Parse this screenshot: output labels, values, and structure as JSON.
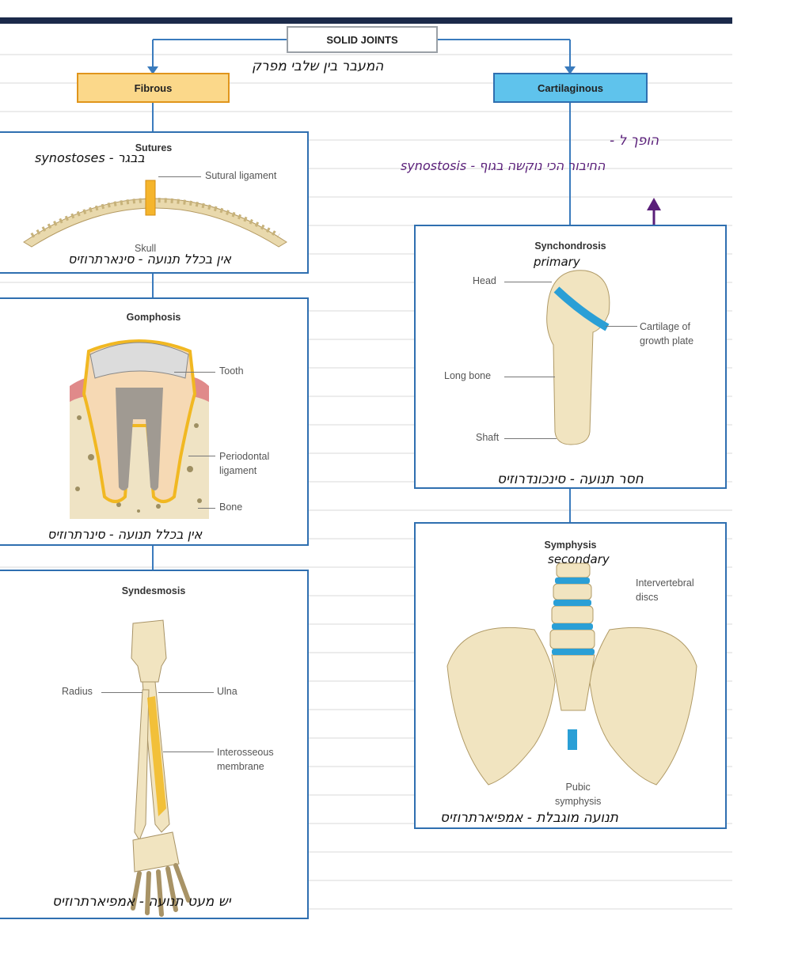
{
  "diagram": {
    "root": "SOLID JOINTS",
    "fibrous_label": "Fibrous",
    "cartilaginous_label": "Cartilaginous",
    "panels": {
      "sutures": {
        "title": "Sutures",
        "labels": {
          "ligament": "Sutural ligament",
          "skull": "Skull"
        }
      },
      "gomphosis": {
        "title": "Gomphosis",
        "labels": {
          "tooth": "Tooth",
          "periodontal": "Periodontal\nligament",
          "bone": "Bone"
        }
      },
      "syndesmosis": {
        "title": "Syndesmosis",
        "labels": {
          "radius": "Radius",
          "ulna": "Ulna",
          "interosseous": "Interosseous\nmembrane"
        }
      },
      "synchondrosis": {
        "title": "Synchondrosis",
        "labels": {
          "head": "Head",
          "cartilage": "Cartilage of\ngrowth plate",
          "long_bone": "Long bone",
          "shaft": "Shaft"
        }
      },
      "symphysis": {
        "title": "Symphysis",
        "labels": {
          "discs": "Intervertebral\ndiscs",
          "pubic": "Pubic\nsymphysis"
        }
      }
    }
  },
  "notes": {
    "root_note": "המעבר בין שלבי מפרק",
    "sutures_note": "synostoses - בבגר",
    "sutures_bottom": "אין בכלל תנועה - סינארתרוזיס",
    "cart_note_top": "- הופך ל",
    "cart_note_mid": "synostosis - החיבור הכי נוקשה בגוף",
    "synch_primary": "primary",
    "synch_bottom": "חסר תנועה - סינכונדרוזיס",
    "gomph_bottom": "אין בכלל תנועה - סינרתרוזיס",
    "symph_secondary": "secondary",
    "symph_bottom": "תנועה מוגבלת - אמפיארתרוזיס",
    "syndes_bottom": "יש מעט תנועה - אמפיארתרוזיס"
  },
  "colors": {
    "box_border": "#2f6fb0",
    "fibrous_fill": "#fbd88a",
    "fibrous_border": "#e0951c",
    "cart_fill": "#5fc3ec",
    "cart_border": "#2f6fb0",
    "cartilage_blue": "#2a9fd6",
    "bone": "#f3e6c2",
    "arrow_orange": "#f08a1c"
  }
}
